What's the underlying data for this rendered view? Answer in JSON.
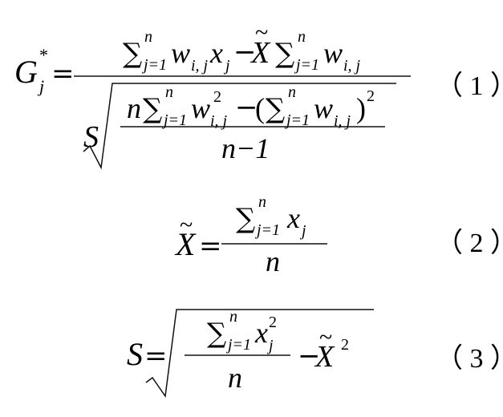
{
  "equations": [
    {
      "number": "（ 1 ）",
      "lhs": {
        "symbol": "G",
        "superscript": "*",
        "subscript": "j",
        "equals": "="
      },
      "numerator": {
        "sum1": {
          "op": "∑",
          "upper": "n",
          "lower": "j=1"
        },
        "term1": "w",
        "term1_sub": "i, j",
        "term2": "x",
        "term2_sub": "j",
        "minus": "−",
        "xbar": "X",
        "tilde": "~",
        "sum2": {
          "op": "∑",
          "upper": "n",
          "lower": "j=1"
        },
        "term3": "w",
        "term3_sub": "i, j"
      },
      "denominator": {
        "factor": "S",
        "inner_numerator": {
          "n": "n",
          "sum1": {
            "op": "∑",
            "upper": "n",
            "lower": "j=1"
          },
          "w": "w",
          "w_sub": "i, j",
          "w_sup": "2",
          "minus": "−",
          "lparen": "(",
          "sum2": {
            "op": "∑",
            "upper": "n",
            "lower": "j=1"
          },
          "w2": "w",
          "w2_sub": "i, j",
          "rparen": ")",
          "power": "2"
        },
        "inner_denominator": "n−1"
      }
    },
    {
      "number": "（ 2 ）",
      "lhs": {
        "symbol": "X",
        "tilde": "~",
        "equals": "="
      },
      "numerator": {
        "sum": {
          "op": "∑",
          "upper": "n",
          "lower": "j=1"
        },
        "term": "x",
        "term_sub": "j"
      },
      "denominator": "n"
    },
    {
      "number": "（ 3 ）",
      "lhs": {
        "symbol": "S",
        "equals": "="
      },
      "inner_numerator": {
        "sum": {
          "op": "∑",
          "upper": "n",
          "lower": "j=1"
        },
        "term": "x",
        "term_sub": "j",
        "term_sup": "2"
      },
      "inner_denominator": "n",
      "minus": "−",
      "xbar": "X",
      "tilde": "~",
      "xbar_power": "2"
    }
  ]
}
